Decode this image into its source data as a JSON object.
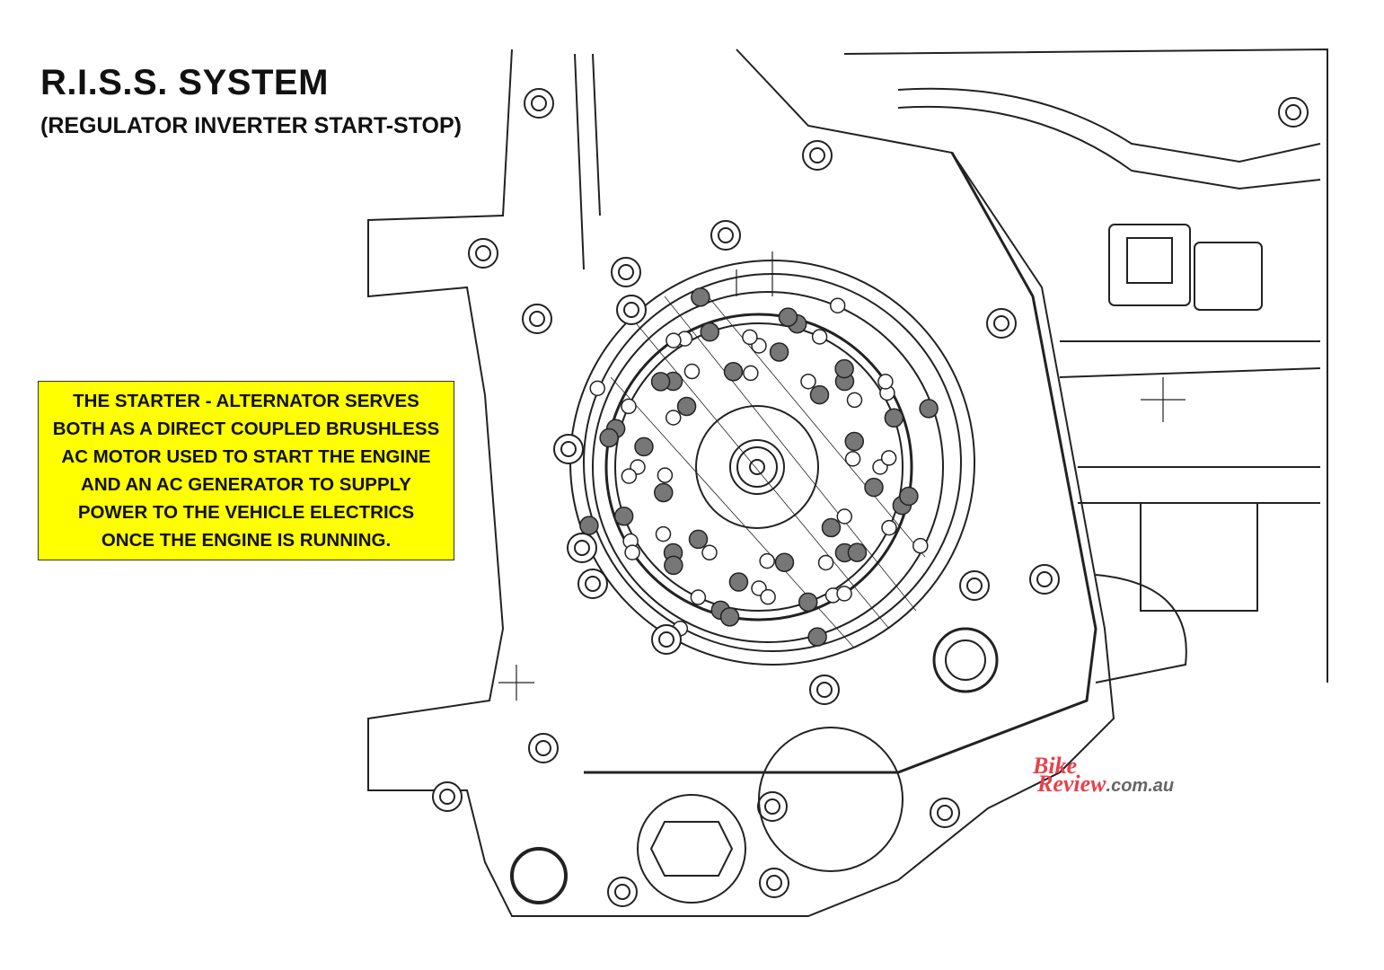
{
  "header": {
    "title": "R.I.S.S.  SYSTEM",
    "subtitle": "(REGULATOR INVERTER START-STOP)"
  },
  "callout": {
    "lines": [
      "THE STARTER - ALTERNATOR  SERVES",
      "BOTH AS A DIRECT COUPLED BRUSHLESS",
      "AC MOTOR USED TO START THE ENGINE",
      "AND AN AC GENERATOR TO SUPPLY",
      "POWER TO THE VEHICLE ELECTRICS",
      "ONCE THE ENGINE IS RUNNING."
    ],
    "background": "#ffff00"
  },
  "watermark": {
    "brand_top": "Bike",
    "brand_bottom": "Review",
    "domain": ".com.au",
    "color": "#e8404a"
  }
}
